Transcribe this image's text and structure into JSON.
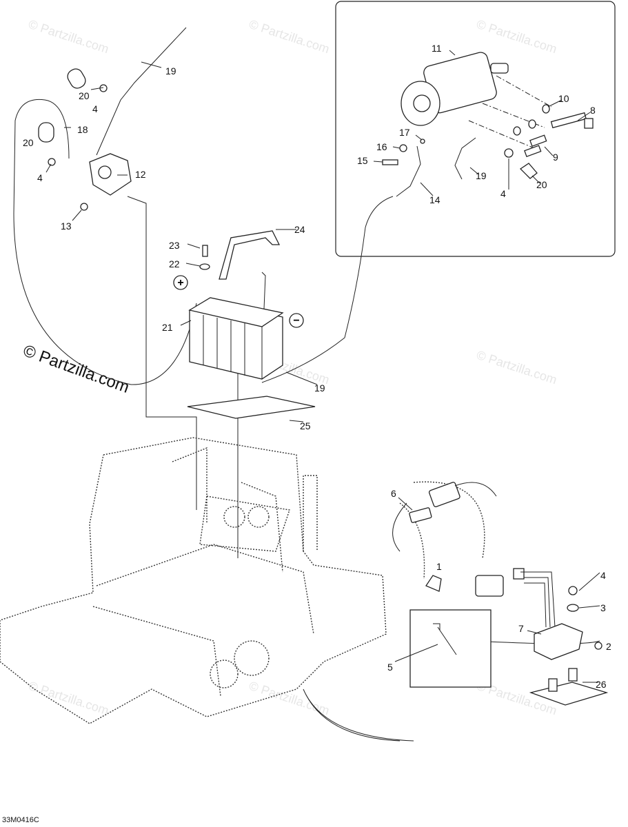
{
  "diagram": {
    "watermark": "© Partzilla.com",
    "drawing_code": "33M0416C",
    "polarity": {
      "positive": "+",
      "negative": "−"
    },
    "callouts": [
      "19",
      "20",
      "4",
      "18",
      "20",
      "4",
      "12",
      "13",
      "11",
      "10",
      "8",
      "17",
      "16",
      "15",
      "9",
      "19",
      "4",
      "20",
      "14",
      "24",
      "23",
      "22",
      "21",
      "19",
      "25",
      "6",
      "1",
      "4",
      "3",
      "7",
      "2",
      "5",
      "26"
    ]
  }
}
